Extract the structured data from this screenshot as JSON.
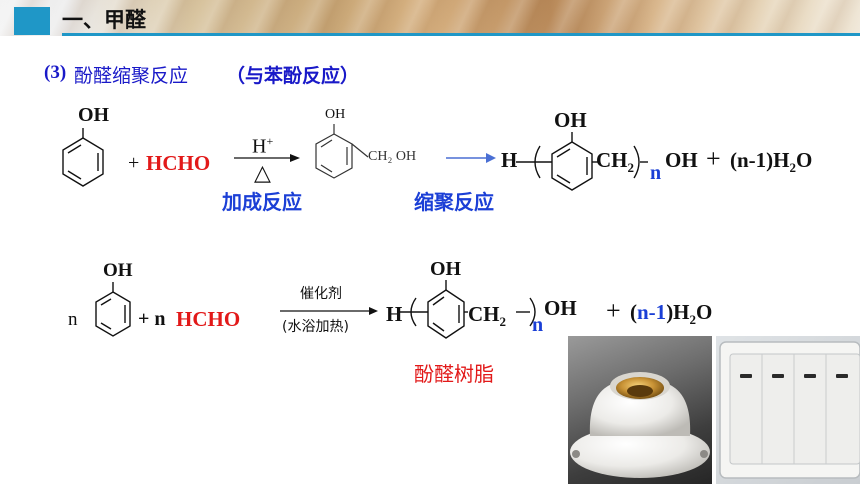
{
  "header": {
    "title": "一、甲醛"
  },
  "section": {
    "number": "(3)",
    "title": "酚醛缩聚反应",
    "note": "（与苯酚反应）"
  },
  "reaction1": {
    "phenol_oh": "OH",
    "plus_hcho": "+",
    "hcho": "HCHO",
    "catalyst": "H",
    "catalyst_sup": "+",
    "heat": "△",
    "intermediate_oh": "OH",
    "intermediate_ch2oh": "CH₂ OH",
    "addition_label": "加成反应",
    "condensation_label": "缩聚反应",
    "polymer_h": "H",
    "polymer_oh": "OH",
    "polymer_ch2": "CH",
    "polymer_ch2_sub": "2",
    "polymer_n": "n",
    "polymer_end": "OH",
    "water_plus": "+",
    "water": "(n-1)H",
    "water_sub": "2",
    "water_o": "O"
  },
  "reaction2": {
    "n_coeff": "n",
    "phenol_oh": "OH",
    "plus_n": "+ n",
    "hcho": "HCHO",
    "catalyst": "催化剂",
    "condition": "(水浴加热)",
    "polymer_h": "H",
    "polymer_oh": "OH",
    "polymer_ch2": "CH",
    "polymer_ch2_sub": "2",
    "polymer_n": "n",
    "polymer_end": "OH",
    "water_plus": "+",
    "water_open": "(",
    "water_n": "n-1",
    "water_close": ")H",
    "water_sub": "2",
    "water_o": "O",
    "resin_label": "酚醛树脂"
  },
  "colors": {
    "accent_blue": "#1f97c7",
    "heading_blue": "#1919c8",
    "label_blue": "#1b3fd6",
    "red": "#e21919"
  }
}
